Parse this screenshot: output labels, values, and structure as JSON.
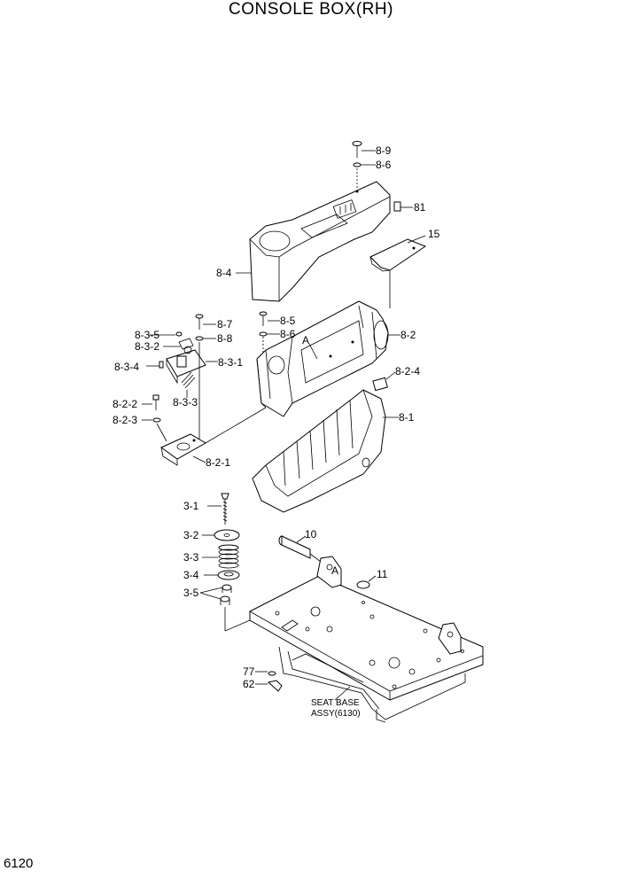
{
  "title": "CONSOLE BOX(RH)",
  "page_number": "6120",
  "seat_base_label": [
    "SEAT BASE",
    "ASSY(6130)"
  ],
  "callouts": {
    "c8_9": "8-9",
    "c8_6_top": "8-6",
    "c81": "81",
    "c15": "15",
    "c8_4": "8-4",
    "c8_7": "8-7",
    "c8_8": "8-8",
    "c8_3_5": "8-3-5",
    "c8_3_2": "8-3-2",
    "c8_3_4": "8-3-4",
    "c8_3_1": "8-3-1",
    "c8_3_3": "8-3-3",
    "c8_5": "8-5",
    "c8_6_mid": "8-6",
    "cA_1": "A",
    "c8_2": "8-2",
    "c8_2_4": "8-2-4",
    "c8_2_2": "8-2-2",
    "c8_2_3": "8-2-3",
    "c8_2_1": "8-2-1",
    "c8_1": "8-1",
    "c3_1": "3-1",
    "c3_2": "3-2",
    "c3_3": "3-3",
    "c3_4": "3-4",
    "c3_5": "3-5",
    "c10": "10",
    "cA_2": "A",
    "c11": "11",
    "c77": "77",
    "c62": "62"
  }
}
